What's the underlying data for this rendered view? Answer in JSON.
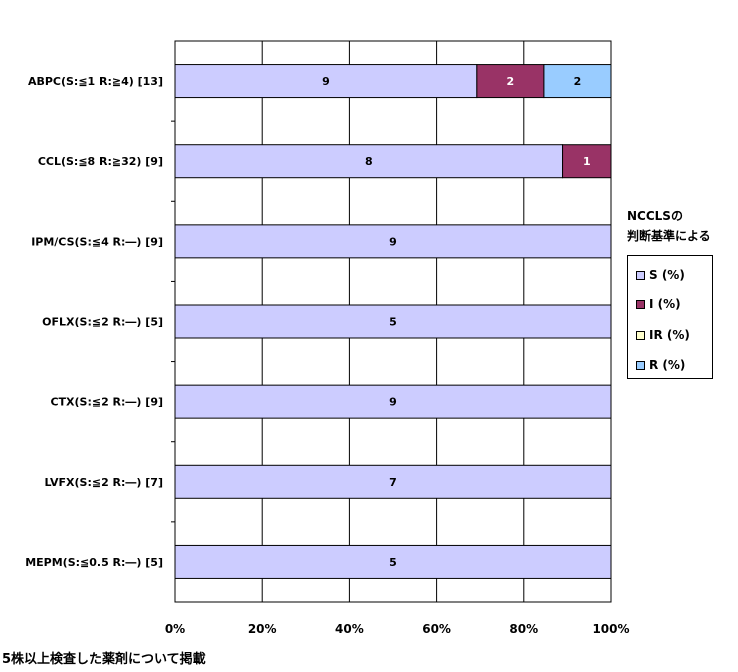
{
  "chart_data": {
    "type": "bar",
    "orientation": "horizontal",
    "stacked": "percent",
    "categories": [
      "ABPC(S:≦1 R:≧4) [13]",
      "CCL(S:≦8 R:≧32) [9]",
      "IPM/CS(S:≦4 R:―) [9]",
      "OFLX(S:≦2 R:―) [5]",
      "CTX(S:≦2 R:―) [9]",
      "LVFX(S:≦2 R:―) [7]",
      "MEPM(S:≦0.5 R:―) [5]"
    ],
    "series": [
      {
        "name": "S (%)",
        "color": "#ccccff",
        "values": [
          9,
          8,
          9,
          5,
          9,
          7,
          5
        ]
      },
      {
        "name": "I (%)",
        "color": "#993366",
        "values": [
          2,
          1,
          0,
          0,
          0,
          0,
          0
        ]
      },
      {
        "name": "IR (%)",
        "color": "#ffffcc",
        "values": [
          0,
          0,
          0,
          0,
          0,
          0,
          0
        ]
      },
      {
        "name": "R (%)",
        "color": "#99ccff",
        "values": [
          2,
          0,
          0,
          0,
          0,
          0,
          0
        ]
      }
    ],
    "x_ticks": [
      "0%",
      "20%",
      "40%",
      "60%",
      "80%",
      "100%"
    ],
    "xlim": [
      0,
      100
    ],
    "grid": true,
    "legend_position": "right",
    "legend_title": [
      "NCCLSの",
      "判断基準による"
    ]
  },
  "footnote": "5株以上検査した薬剤について掲載"
}
